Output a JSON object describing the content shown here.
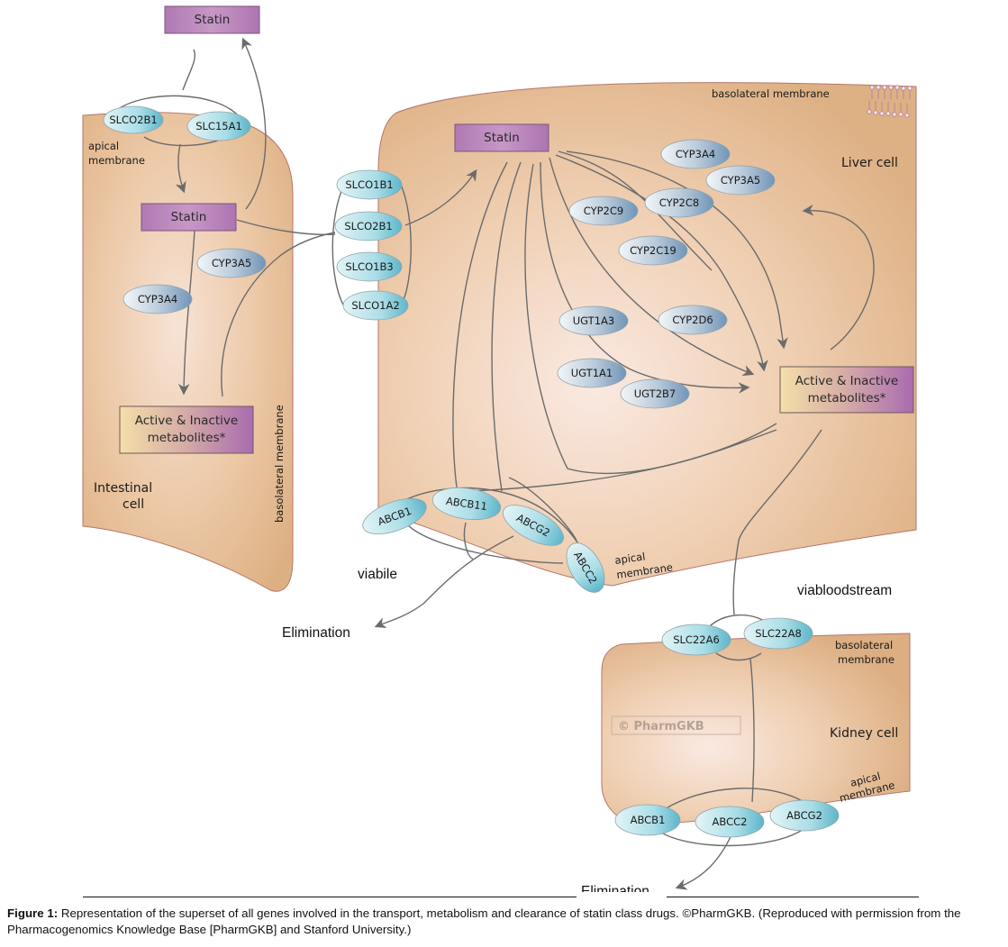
{
  "diagram": {
    "title_boxes": {
      "statin_top": "Statin",
      "statin_intestine": "Statin",
      "statin_liver": "Statin",
      "metabolites_intestine": [
        "Active & Inactive",
        "metabolites*"
      ],
      "metabolites_liver": [
        "Active & Inactive",
        "metabolites*"
      ]
    },
    "cells": {
      "intestinal": {
        "label": [
          "Intestinal",
          "cell"
        ],
        "apical_label": [
          "apical",
          "membrane"
        ],
        "basolateral_label": "basolateral membrane",
        "apical_transporters": [
          "SLCO2B1",
          "SLC15A1"
        ],
        "enzymes": [
          "CYP3A5",
          "CYP3A4"
        ]
      },
      "liver": {
        "label": "Liver cell",
        "basolateral_label": "basolateral membrane",
        "apical_label": [
          "apical",
          "membrane"
        ],
        "uptake_transporters": [
          "SLCO1B1",
          "SLCO2B1",
          "SLCO1B3",
          "SLCO1A2"
        ],
        "enzymes": [
          "CYP3A4",
          "CYP3A5",
          "CYP2C9",
          "CYP2C8",
          "CYP2C19",
          "UGT1A3",
          "CYP2D6",
          "UGT1A1",
          "UGT2B7"
        ],
        "efflux_transporters": [
          "ABCB1",
          "ABCB11",
          "ABCG2",
          "ABCC2"
        ]
      },
      "kidney": {
        "label": "Kidney cell",
        "basolateral_label": [
          "basolateral",
          "membrane"
        ],
        "apical_label": [
          "apical",
          "membrane"
        ],
        "uptake_transporters": [
          "SLC22A6",
          "SLC22A8"
        ],
        "efflux_transporters": [
          "ABCB1",
          "ABCC2",
          "ABCG2"
        ],
        "watermark": "© PharmGKB"
      }
    },
    "routes": {
      "via_bile": "viabile",
      "via_bloodstream": "viabloodstream",
      "elimination_bile": "Elimination",
      "elimination_kidney": "Elimination"
    },
    "colors": {
      "cell_fill": "#e3b98b",
      "cell_edge": "#b4766a",
      "statin_box": "#b77cb5",
      "oval_light": "#d6eef2",
      "oval_blue": "#5fb8cc",
      "arrow": "#6b6b6b"
    }
  },
  "caption": {
    "label": "Figure 1:",
    "text": " Representation of the superset of all genes involved in the transport, metabolism and clearance of statin class drugs. ©PharmGKB. (Reproduced with permission from the Pharmacogenomics Knowledge Base [PharmGKB] and Stanford University.)"
  }
}
